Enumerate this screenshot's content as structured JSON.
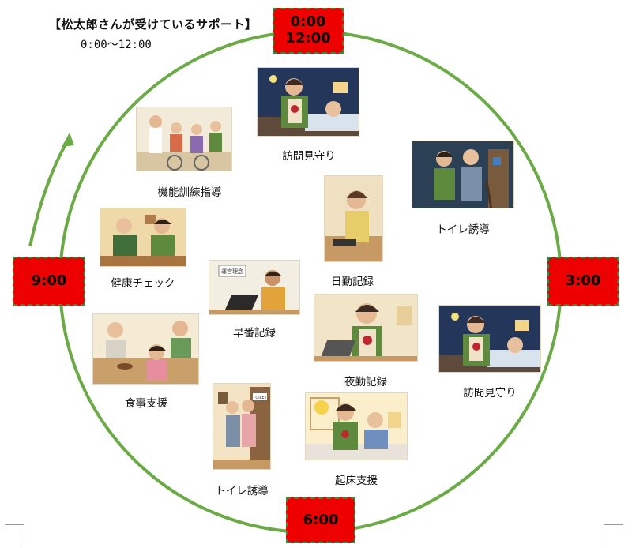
{
  "header": {
    "title": "【松太郎さんが受けているサポート】",
    "subtitle": "0:00～12:00"
  },
  "clock": {
    "ring_color": "#6aab45",
    "marker_fill": "#ee0000",
    "marker_border": "#2f8f3a",
    "marks": {
      "top_line1": "0:00",
      "top_line2": "12:00",
      "right": "3:00",
      "bottom": "6:00",
      "left": "9:00"
    }
  },
  "activities": [
    {
      "label": "訪問見守り",
      "scene": "night-visit-scene"
    },
    {
      "label": "トイレ誘導",
      "scene": "toilet-guidance-scene"
    },
    {
      "label": "日勤記録",
      "scene": "day-record-scene"
    },
    {
      "label": "機能訓練指導",
      "scene": "rehab-training-scene"
    },
    {
      "label": "健康チェック",
      "scene": "health-check-scene"
    },
    {
      "label": "早番記録",
      "scene": "early-shift-record-scene"
    },
    {
      "label": "夜勤記録",
      "scene": "night-shift-record-scene"
    },
    {
      "label": "訪問見守り",
      "scene": "night-visit-scene"
    },
    {
      "label": "食事支援",
      "scene": "meal-support-scene"
    },
    {
      "label": "トイレ誘導",
      "scene": "toilet-guidance-scene"
    },
    {
      "label": "起床支援",
      "scene": "wakeup-support-scene"
    }
  ],
  "illustration_text": {
    "early_record_sign": "運営理念",
    "toilet_sign": "TOILET"
  }
}
